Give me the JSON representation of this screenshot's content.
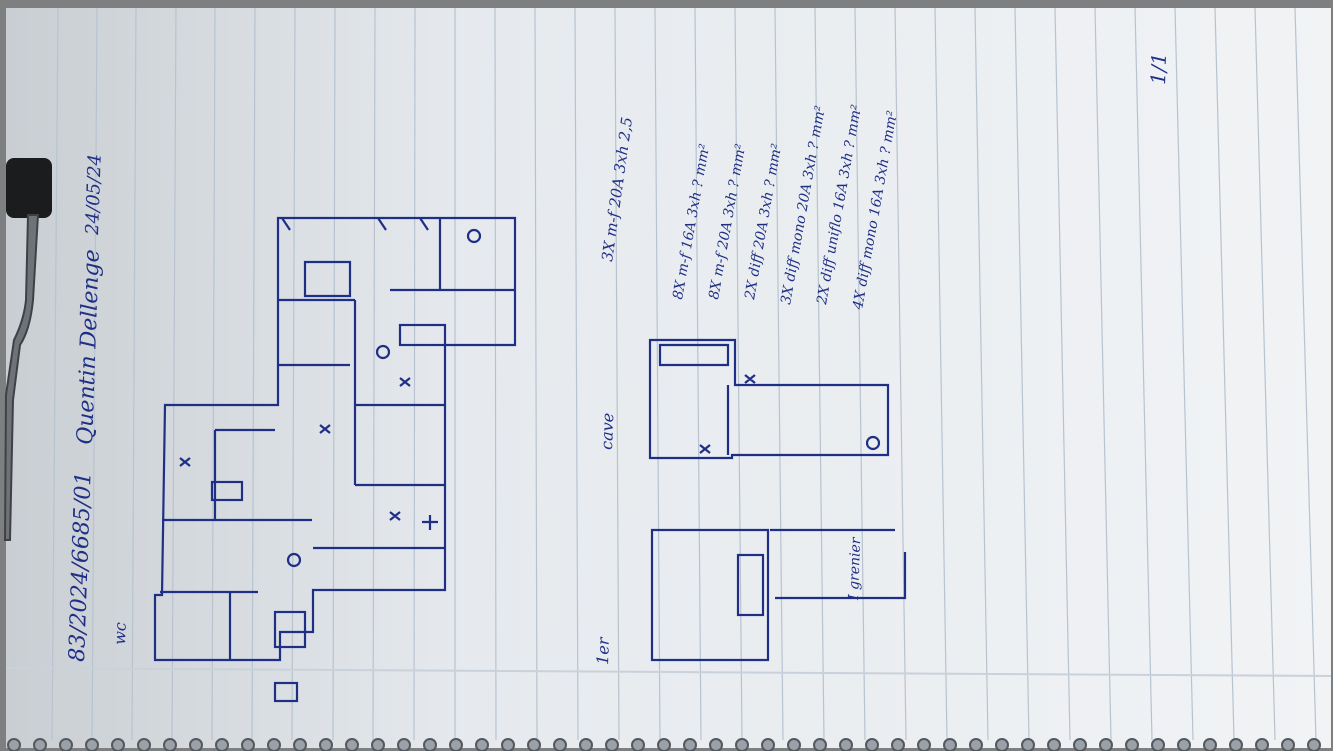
{
  "notes": {
    "reference": "83/2024/6685/01",
    "author": "Quentin Dellenge",
    "date": "24/05/24",
    "page_number": "1/1",
    "cave_label": "cave",
    "floor_label": "1er",
    "wc_label": "wc",
    "attic_label": "I grenier",
    "circuit_lines": [
      "3X m-f 20A 3xh 2,5",
      "8X m-f 16A 3xh ? mm²",
      "8X m-f 20A 3xh ? mm²",
      "2X diff 20A 3xh ? mm²",
      "3X diff mono 20A 3xh ? mm²",
      "2X diff uniflo 16A 3xh ? mm²",
      "4X diff mono 16A 3xh ? mm²"
    ]
  },
  "colors": {
    "ink": "#1f2f86",
    "paper": "#e9edf1",
    "rule_line": "#b8c3cf",
    "background": "#7d7f80"
  },
  "objects": [
    "notebook-page",
    "ring-binding",
    "pen",
    "floor-plan-sketch"
  ]
}
